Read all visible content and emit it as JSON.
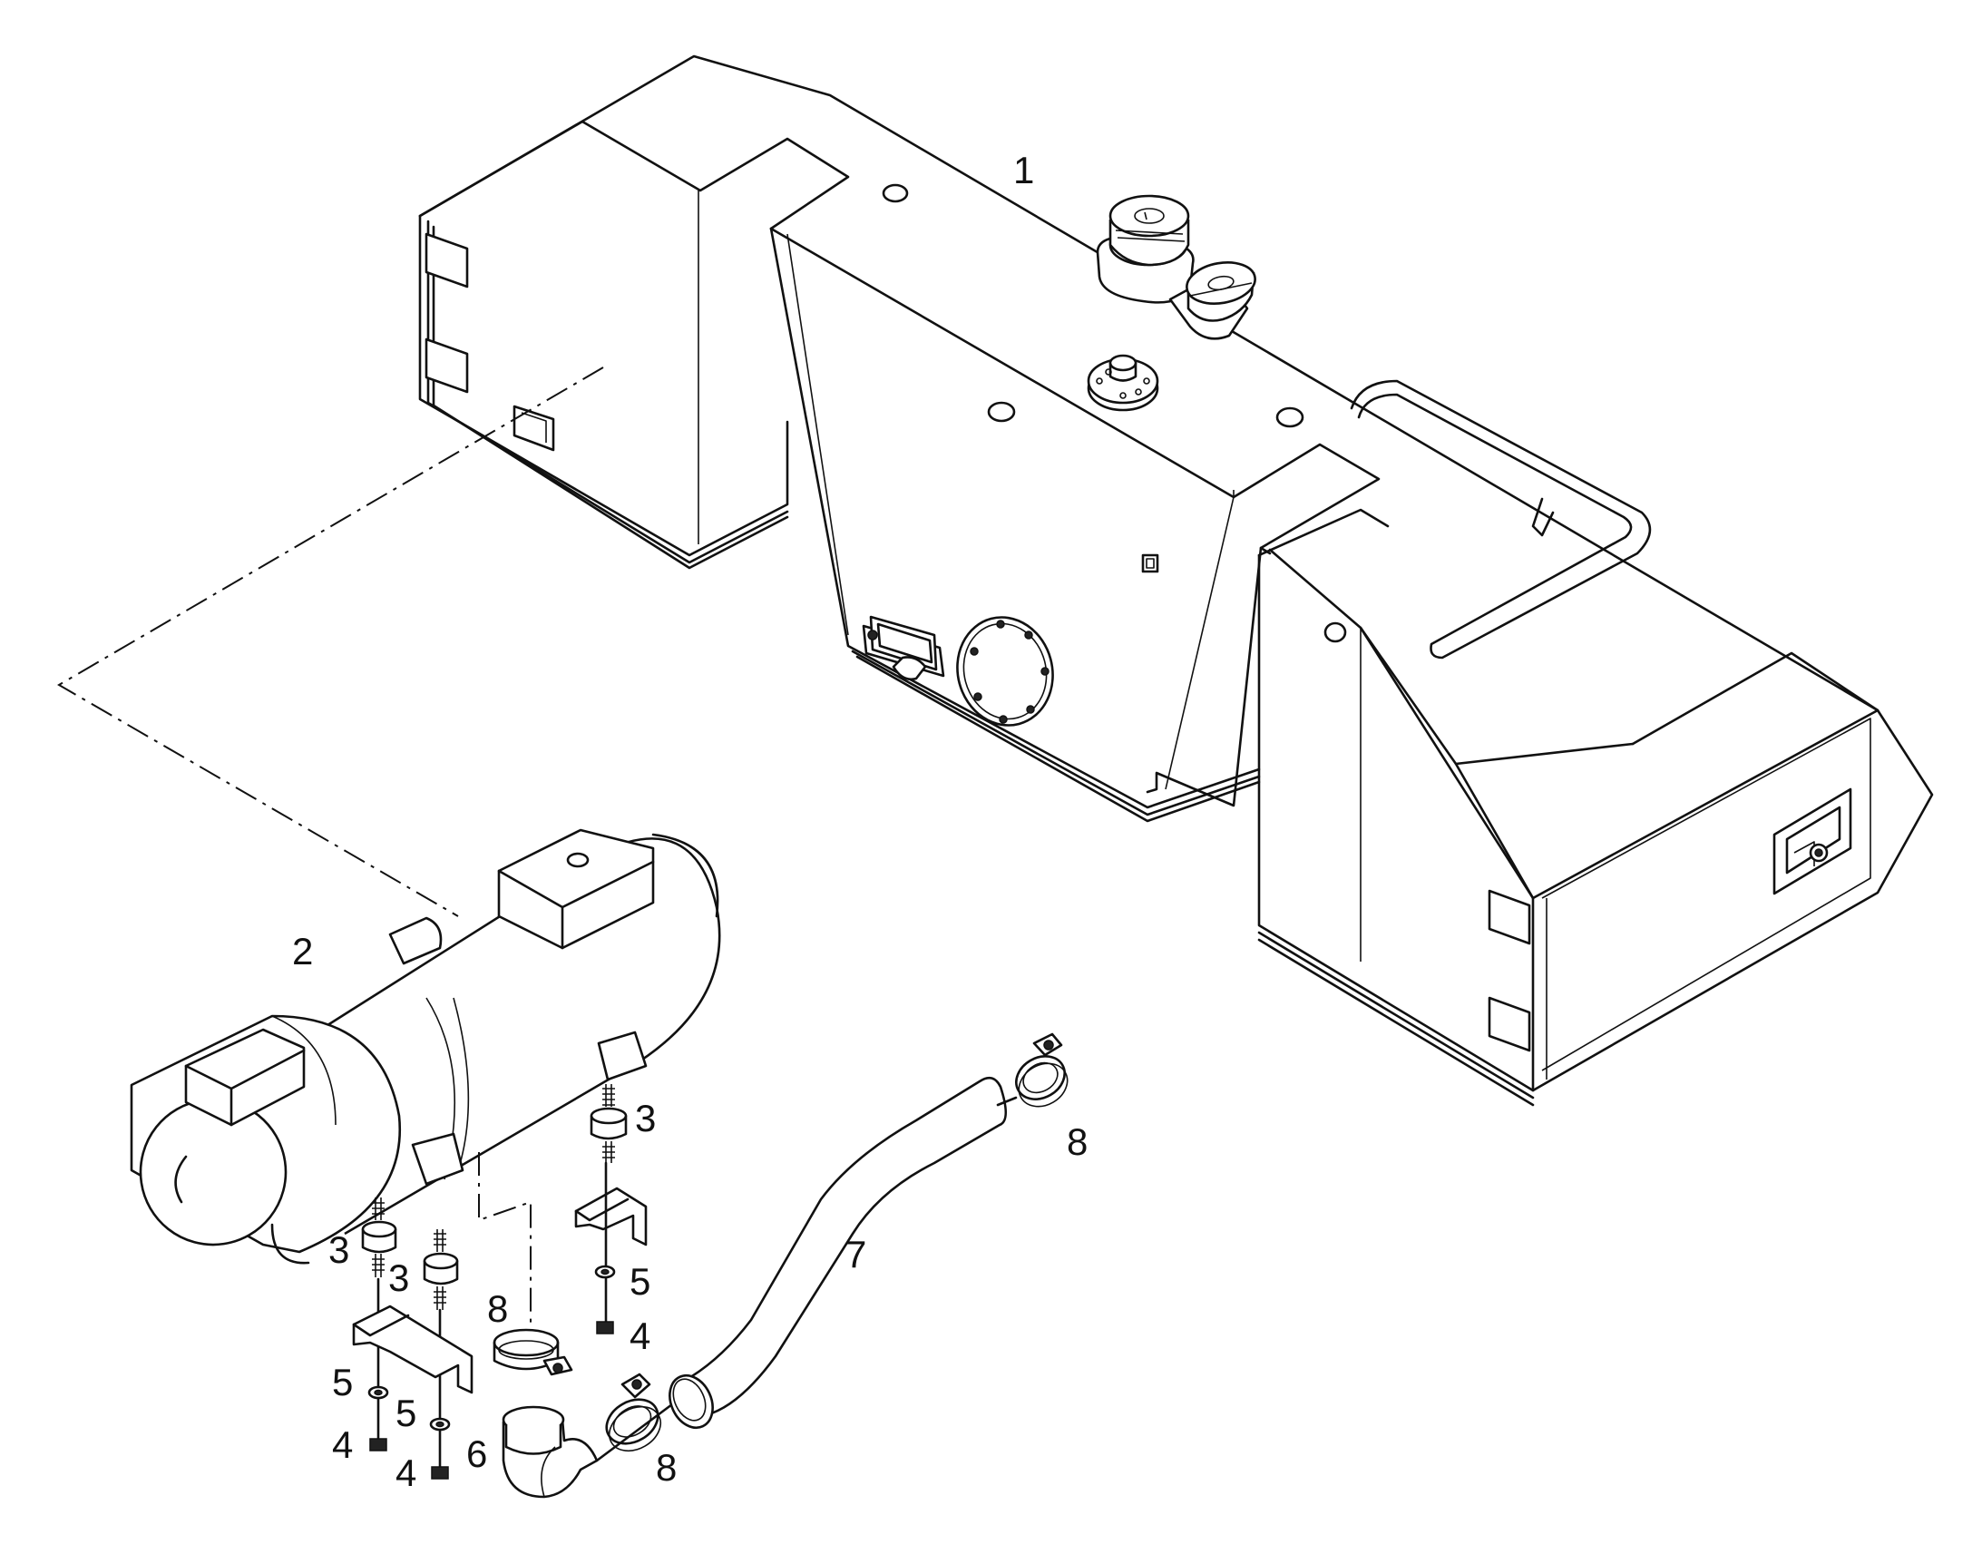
{
  "diagram": {
    "callouts": [
      {
        "id": "c1",
        "text": "1"
      },
      {
        "id": "c2",
        "text": "2"
      },
      {
        "id": "c3a",
        "text": "3"
      },
      {
        "id": "c3b",
        "text": "3"
      },
      {
        "id": "c3c",
        "text": "3"
      },
      {
        "id": "c4a",
        "text": "4"
      },
      {
        "id": "c4b",
        "text": "4"
      },
      {
        "id": "c4c",
        "text": "4"
      },
      {
        "id": "c5a",
        "text": "5"
      },
      {
        "id": "c5b",
        "text": "5"
      },
      {
        "id": "c5c",
        "text": "5"
      },
      {
        "id": "c6",
        "text": "6"
      },
      {
        "id": "c7",
        "text": "7"
      },
      {
        "id": "c8a",
        "text": "8"
      },
      {
        "id": "c8b",
        "text": "8"
      },
      {
        "id": "c8c",
        "text": "8"
      }
    ]
  }
}
